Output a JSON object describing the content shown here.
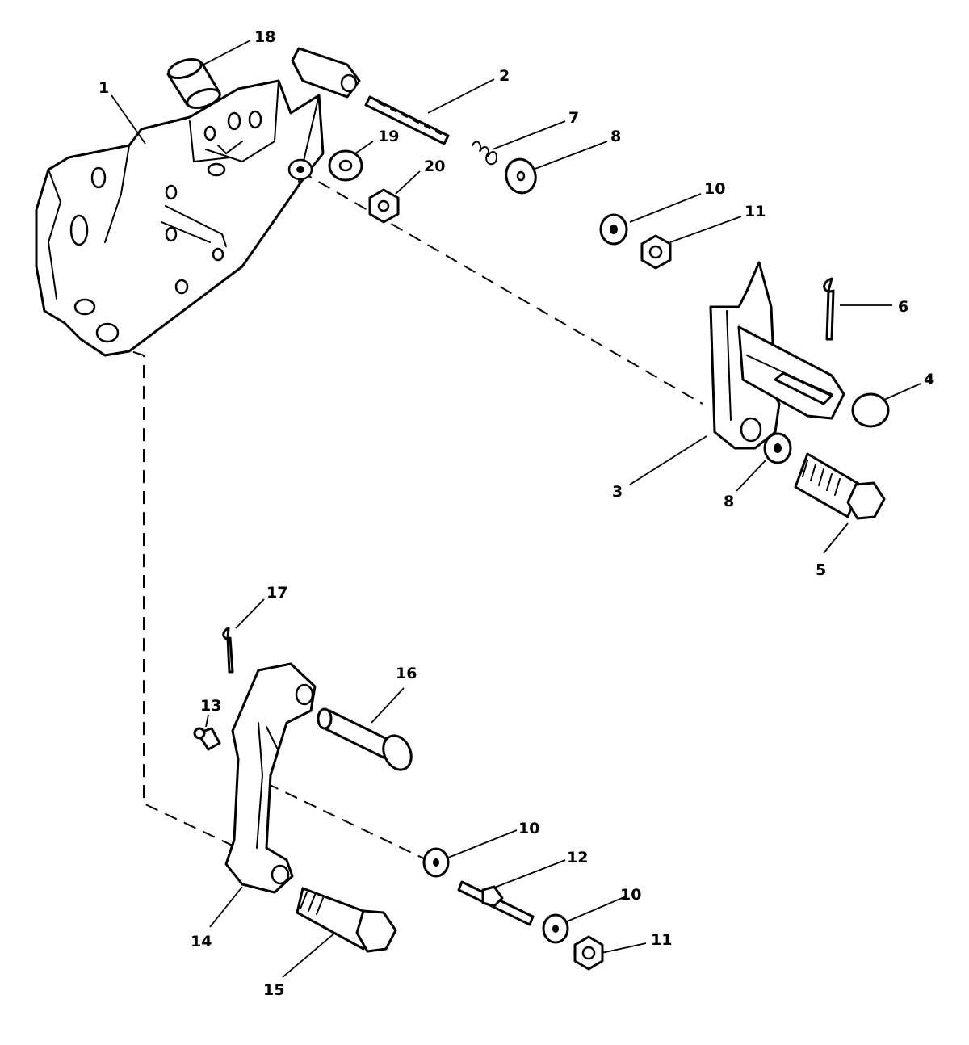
{
  "callouts": {
    "c1": "1",
    "c2": "2",
    "c3": "3",
    "c4": "4",
    "c5": "5",
    "c6": "6",
    "c7": "7",
    "c8a": "8",
    "c8b": "8",
    "c10a": "10",
    "c10b": "10",
    "c10c": "10",
    "c11a": "11",
    "c11b": "11",
    "c12": "12",
    "c13": "13",
    "c14": "14",
    "c15": "15",
    "c16": "16",
    "c17": "17",
    "c18": "18",
    "c19": "19",
    "c20": "20"
  }
}
